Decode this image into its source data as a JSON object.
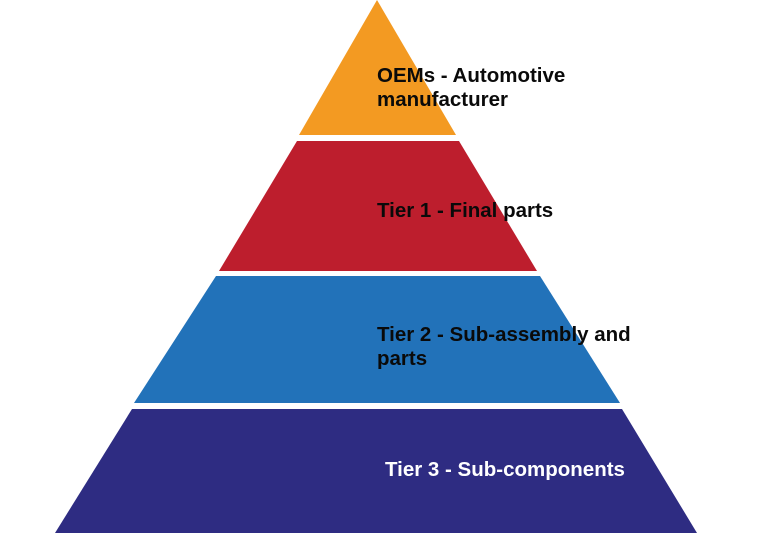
{
  "diagram": {
    "type": "pyramid",
    "tiers": [
      {
        "id": "oem",
        "label": "OEMs - Automotive\nmanufacturer",
        "color": "#F39A22",
        "text_color": "#0a0a0a"
      },
      {
        "id": "tier1",
        "label": "Tier 1 - Final parts",
        "color": "#BD1E2D",
        "text_color": "#0a0a0a"
      },
      {
        "id": "tier2",
        "label": "Tier 2 - Sub-assembly and\nparts",
        "color": "#2272B9",
        "text_color": "#0a0a0a"
      },
      {
        "id": "tier3",
        "label": "Tier 3 - Sub-components",
        "color": "#2E2C82",
        "text_color": "#ffffff"
      }
    ]
  }
}
